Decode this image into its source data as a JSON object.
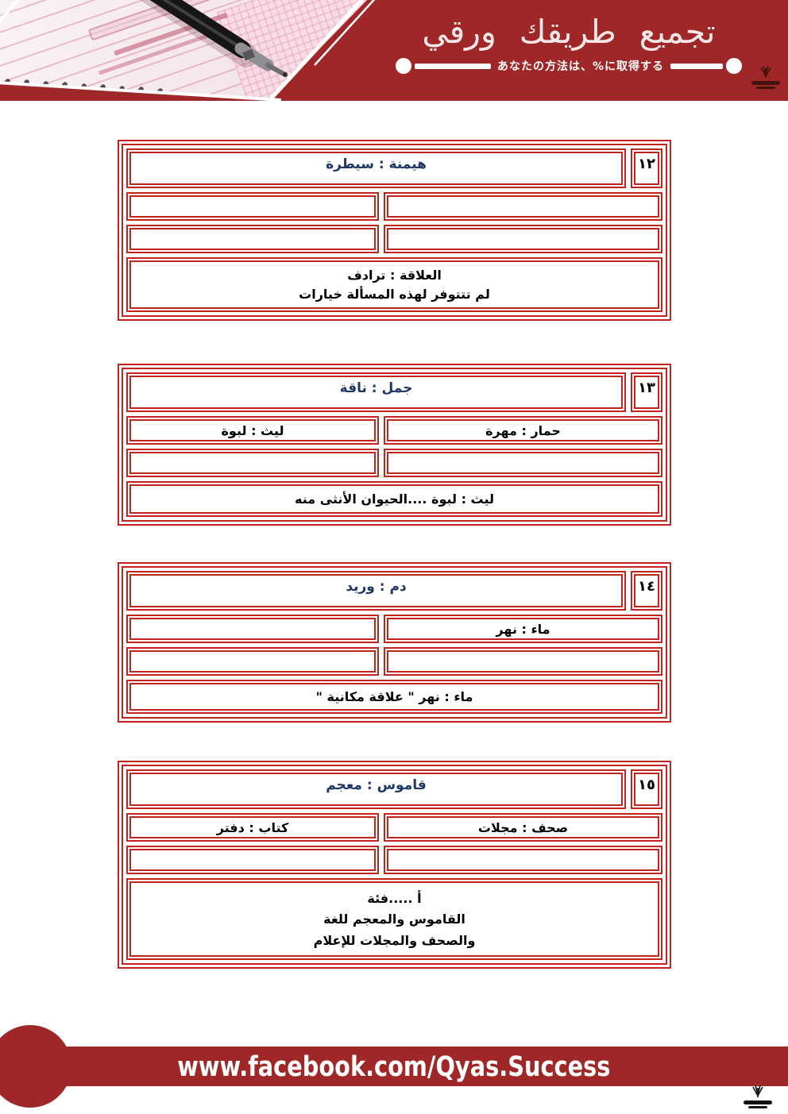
{
  "header": {
    "logo_title": "تجميع طريقك ورقي",
    "tagline": "あなたの方法は、%に取得する"
  },
  "questions": [
    {
      "number": "١٢",
      "title": "هيمنة : سيطرة",
      "options": [
        {
          "right": "",
          "left": ""
        },
        {
          "right": "",
          "left": ""
        }
      ],
      "answer_lines": [
        "العلاقة : ترادف",
        "لم تتتوفر لهذه المسألة خيارات"
      ]
    },
    {
      "number": "١٣",
      "title": "جمل : ناقة",
      "options": [
        {
          "right": "حمار : مهرة",
          "left": "ليث : لبوة"
        },
        {
          "right": "",
          "left": ""
        }
      ],
      "answer_lines": [
        "ليث : لبوة ....الحيوان الأنثى منه"
      ]
    },
    {
      "number": "١٤",
      "title": "دم : وريد",
      "options": [
        {
          "right": "ماء : نهر",
          "left": ""
        },
        {
          "right": "",
          "left": ""
        }
      ],
      "answer_lines": [
        "ماء : نهر \" علاقة مكانية \""
      ]
    },
    {
      "number": "١٥",
      "title": "قاموس : معجم",
      "options": [
        {
          "right": "صحف : مجلات",
          "left": "كتاب : دفتر"
        },
        {
          "right": "",
          "left": ""
        }
      ],
      "answer_lines": [
        "أ .....فئة",
        "القاموس والمعجم للغة",
        "والصحف والمجلات للإعلام"
      ]
    }
  ],
  "footer": {
    "url": "www.facebook.com/Qyas.Success"
  },
  "colors": {
    "banner_red": "#9F2728",
    "border_red": "#C2231D",
    "title_blue": "#1F3864",
    "text_black": "#000000"
  }
}
